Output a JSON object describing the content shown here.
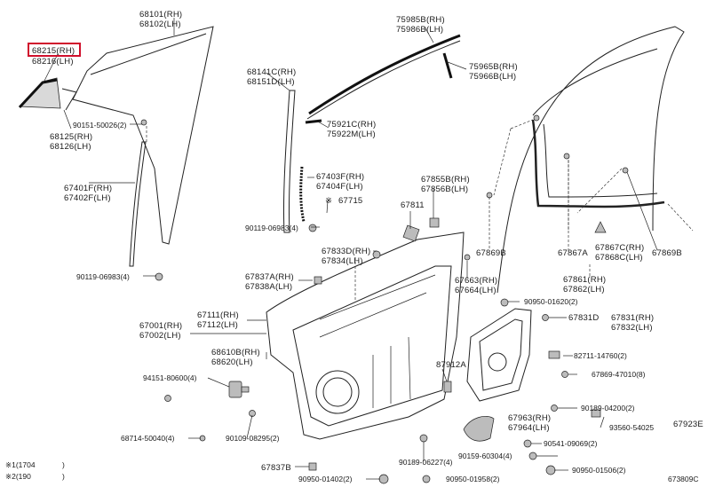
{
  "labels": {
    "l68101": "68101(RH)",
    "l68102": "68102(LH)",
    "l68215": "68215(RH)",
    "l68216": "68216(LH)",
    "l90151": "90151-50026(2)",
    "l68125": "68125(RH)",
    "l68126": "68126(LH)",
    "l67401F": "67401F(RH)",
    "l67402F": "67402F(LH)",
    "l90119a": "90119-06983(4)",
    "l68141C": "68141C(RH)",
    "l68151D": "68151D(LH)",
    "l75985B": "75985B(RH)",
    "l75986B": "75986B(LH)",
    "l75965B": "75965B(RH)",
    "l75966B": "75966B(LH)",
    "l75921C": "75921C(RH)",
    "l75922M": "75922M(LH)",
    "l67403F": "67403F(RH)",
    "l67404F": "67404F(LH)",
    "l67715": "67715",
    "l90119b": "90119-06983(4)",
    "l67811": "67811",
    "l67855B": "67855B(RH)",
    "l67856B": "67856B(LH)",
    "l67833D": "67833D(RH)",
    "l67834": "67834(LH)",
    "l67837A": "67837A(RH)",
    "l67838A": "67838A(LH)",
    "l67111": "67111(RH)",
    "l67112": "67112(LH)",
    "l67001": "67001(RH)",
    "l67002": "67002(LH)",
    "l68610B": "68610B(RH)",
    "l68620": "68620(LH)",
    "l94151": "94151-80600(4)",
    "l68714": "68714-50040(4)",
    "l90109": "90109-08295(2)",
    "l67837B": "67837B",
    "l90950a": "90950-01402(2)",
    "l90189a": "90189-06227(4)",
    "l90950b": "90950-01958(2)",
    "l87912A": "87912A",
    "l67663": "67663(RH)",
    "l67664": "67664(LH)",
    "l90950c": "90950-01620(2)",
    "l67831D": "67831D",
    "l67831": "67831(RH)",
    "l67832": "67832(LH)",
    "l82711": "82711-14760(2)",
    "l67869": "67869-47010(8)",
    "l90189b": "90189-04200(2)",
    "l67963": "67963(RH)",
    "l67964": "67964(LH)",
    "l67923E": "67923E",
    "l93560": "93560-54025",
    "l90541": "90541-09069(2)",
    "l90159": "90159-60304(4)",
    "l90950d": "90950-01506(2)",
    "l67869B1": "67869B",
    "l67867A": "67867A",
    "l67867C": "67867C(RH)",
    "l67868C": "67868C(LH)",
    "l67869B2": "67869B",
    "l67861": "67861(RH)",
    "l67862": "67862(LH)",
    "foot1": "※1(1704",
    "foot2": "※2(190",
    "foot3": ")",
    "foot4": ")",
    "diagram_code": "673809C"
  },
  "highlight": {
    "part": "68215(RH)",
    "color": "#d0102c"
  }
}
